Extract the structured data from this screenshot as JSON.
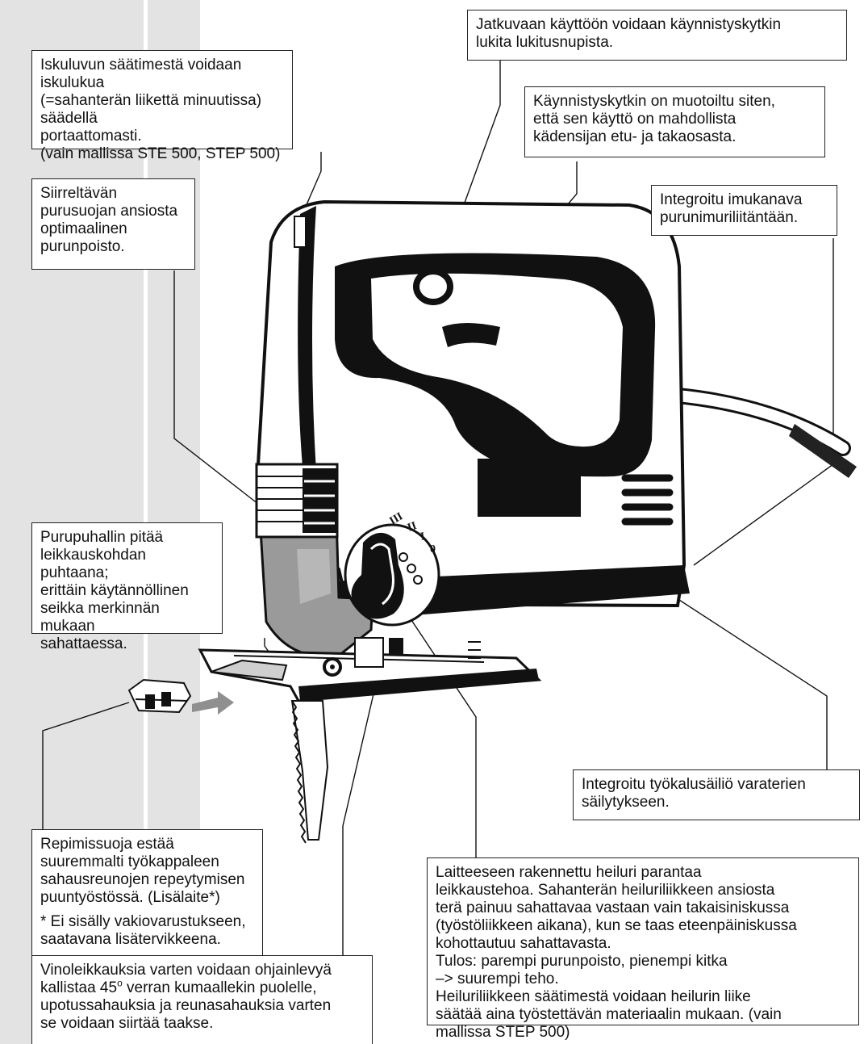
{
  "callouts": {
    "iskuluku": "Iskuluvun säätimestä voidaan iskulukua\n(=sahanterän liikettä minuutissa) säädellä\nportaattomasti.\n(vain mallissa STE 500, STEP 500)",
    "lukitus": "Jatkuvaan käyttöön voidaan käynnistyskytkin\nlukita lukitusnupista.",
    "kaynnistys": "Käynnistyskytkin on muotoiltu siten,\nettä sen käyttö on mahdollista\nkädensijan etu- ja takaosasta.",
    "purusuoja": "Siirreltävän\npurusuojan ansiosta\noptimaalinen\npurunpoisto.",
    "imukanava": "Integroitu imukanava\npurunimuriliitäntään.",
    "puhallin": "Purupuhallin pitää\nleikkauskohdan puhtaana;\nerittäin käytännöllinen\nseikka merkinnän mukaan\nsahattaessa.",
    "sailio": "Integroitu työkalusäiliö varaterien\nsäilytykseen.",
    "repimis": "Repimissuoja estää\nsuuremmalti työkappaleen\nsahausreunojen repeytymisen\npuuntyöstössä. (Lisälaite*)",
    "repimis_note": "* Ei sisälly vakiovarustukseen,\nsaatavana lisätervikkeena.",
    "heiluri": "Laitteeseen rakennettu heiluri  parantaa\nleikkaustehoa. Sahanterän heiluriliikkeen ansiosta\nterä painuu sahattavaa vastaan vain takaisiniskussa\n(työstöliikkeen aikana), kun se taas eteenpäiniskussa\nkohottautuu sahattavasta.\nTulos: parempi purunpoisto, pienempi kitka\n–> suurempi teho.\nHeiluriliikkeen säätimestä voidaan heilurin liike\nsäätää aina työstettävän materiaalin mukaan. (vain\nmallissa STEP 500)",
    "vino_a": "Vinoleikkauksia varten voidaan ohjainlevyä\nkallistaa 45",
    "vino_sup": "o",
    "vino_b": " verran kumaallekin puolelle,\nupotussahauksia ja reunasahauksia varten\nse voidaan siirtää taakse."
  },
  "dial_labels": [
    "III",
    "II",
    "I",
    "0"
  ]
}
